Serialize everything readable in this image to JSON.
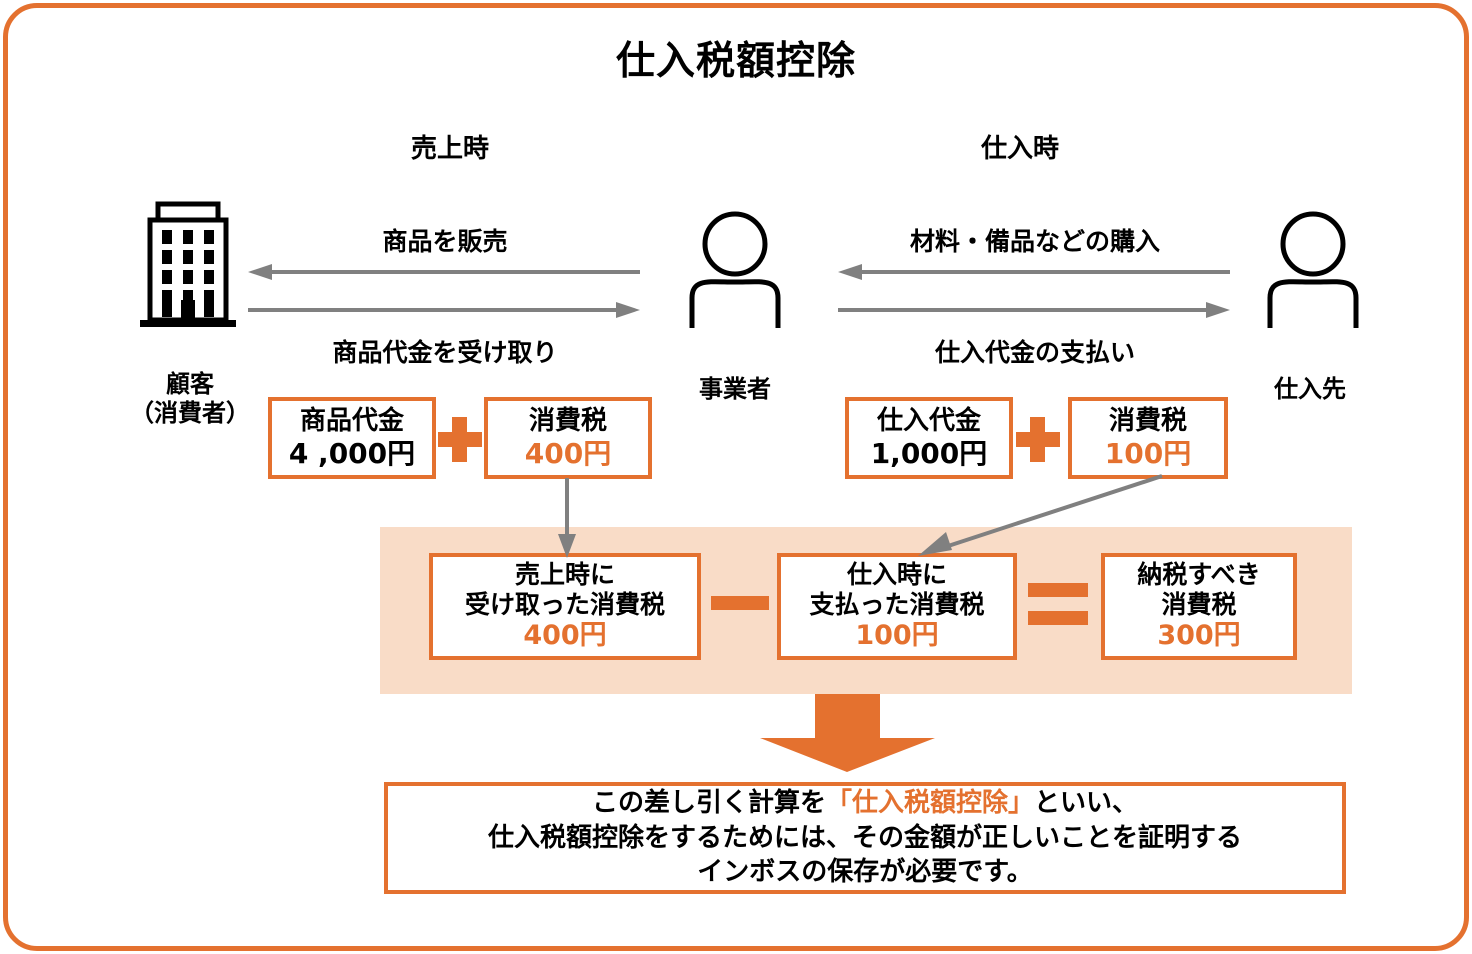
{
  "page": {
    "title": "仕入税額控除",
    "frame_color": "#E4712F",
    "accent_color": "#E4712F",
    "band_color": "#F9DCC7",
    "connector_color": "#808080"
  },
  "stages": {
    "sales": "売上時",
    "purchase": "仕入時"
  },
  "actors": {
    "customer": {
      "label": "顧客\n（消費者）",
      "icon": "building-icon"
    },
    "business": {
      "label": "事業者",
      "icon": "person-icon"
    },
    "supplier": {
      "label": "仕入先",
      "icon": "person-icon"
    }
  },
  "flows": {
    "left_top": "商品を販売",
    "left_bottom": "商品代金を受け取り",
    "right_top": "材料・備品などの購入",
    "right_bottom": "仕入代金の支払い"
  },
  "amount_boxes": {
    "goods": {
      "caption": "商品代金",
      "value": "4 ,000円",
      "value_color": "black"
    },
    "sales_tax": {
      "caption": "消費税",
      "value": "400円",
      "value_color": "orange"
    },
    "cost": {
      "caption": "仕入代金",
      "value": "1,000円",
      "value_color": "black"
    },
    "purchase_tax": {
      "caption": "消費税",
      "value": "100円",
      "value_color": "orange"
    }
  },
  "operators": {
    "plus": "＋",
    "minus": "－",
    "equals": "＝"
  },
  "calculation": {
    "received": {
      "line1": "売上時に",
      "line2": "受け取った消費税",
      "value": "400円"
    },
    "paid": {
      "line1": "仕入時に",
      "line2": "支払った消費税",
      "value": "100円"
    },
    "payable": {
      "line1": "納税すべき",
      "line2": "消費税",
      "value": "300円"
    }
  },
  "conclusion": {
    "line1_pre": "この差し引く計算を",
    "line1_hl": "「仕入税額控除」",
    "line1_post": "といい、",
    "line2": "仕入税額控除をするためには、その金額が正しいことを証明する",
    "line3": "インボスの保存が必要です。"
  }
}
